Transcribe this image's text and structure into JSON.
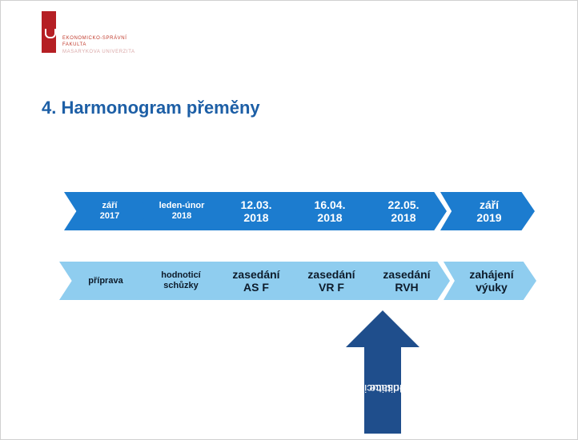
{
  "header": {
    "faculty_line1": "EKONOMICKO-SPRÁVNÍ",
    "faculty_line2": "FAKULTA",
    "faculty_line3": "Masarykova univerzita"
  },
  "slide": {
    "title": "4. Harmonogram přeměny"
  },
  "timeline": {
    "dates": [
      {
        "line1": "září",
        "line2": "2017"
      },
      {
        "line1": "leden-únor",
        "line2": "2018"
      },
      {
        "line1": "12.03.",
        "line2": "2018"
      },
      {
        "line1": "16.04.",
        "line2": "2018"
      },
      {
        "line1": "22.05.",
        "line2": "2018"
      },
      {
        "line1": "září",
        "line2": "2019"
      }
    ],
    "events": [
      {
        "line1": "příprava",
        "line2": ""
      },
      {
        "line1": "hodnoticí",
        "line2": "schůzky"
      },
      {
        "line1": "zasedání",
        "line2": "AS F"
      },
      {
        "line1": "zasedání",
        "line2": "VR F"
      },
      {
        "line1": "zasedání",
        "line2": "RVH"
      },
      {
        "line1": "zahájení",
        "line2": "výuky"
      }
    ]
  },
  "callout": {
    "line1": "Institucionální",
    "line2": "akreditace"
  },
  "colors": {
    "title": "#1d5fa6",
    "timeline_dark": "#1c7ccf",
    "timeline_light": "#8fcdef",
    "callout": "#1f4e8c",
    "logo": "#b51f24"
  }
}
